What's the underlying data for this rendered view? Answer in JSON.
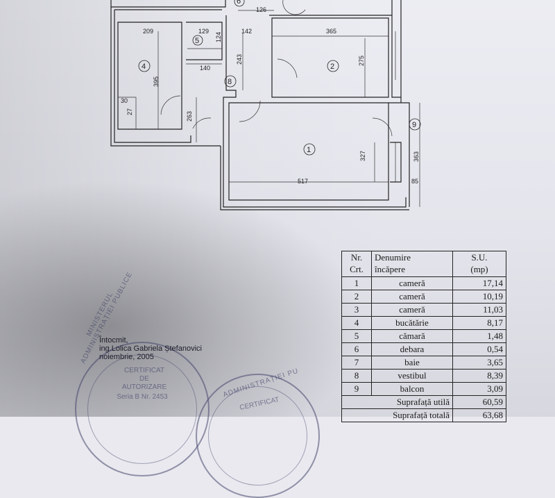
{
  "floor_plan": {
    "dimensions": {
      "d126": "126",
      "d209": "209",
      "d129": "129",
      "d124": "124",
      "d142": "142",
      "d365": "365",
      "d395": "395",
      "d140": "140",
      "d243": "243",
      "d275": "275",
      "d263": "263",
      "d30": "30",
      "d27": "27",
      "d327": "327",
      "d363": "363",
      "d517": "517",
      "d85": "85"
    },
    "rooms": {
      "r1": "1",
      "r2": "2",
      "r4": "4",
      "r5": "5",
      "r6": "6",
      "r8": "8",
      "r9": "9"
    }
  },
  "table": {
    "headers": {
      "nr_line1": "Nr.",
      "nr_line2": "Crt.",
      "name_line1": "Denumire",
      "name_line2": "încăpere",
      "su_line1": "S.U.",
      "su_line2": "(mp)"
    },
    "rows": [
      {
        "nr": "1",
        "name": "cameră",
        "su": "17,14"
      },
      {
        "nr": "2",
        "name": "cameră",
        "su": "10,19"
      },
      {
        "nr": "3",
        "name": "cameră",
        "su": "11,03"
      },
      {
        "nr": "4",
        "name": "bucătărie",
        "su": "8,17"
      },
      {
        "nr": "5",
        "name": "cămară",
        "su": "1,48"
      },
      {
        "nr": "6",
        "name": "debara",
        "su": "0,54"
      },
      {
        "nr": "7",
        "name": "baie",
        "su": "3,65"
      },
      {
        "nr": "8",
        "name": "vestibul",
        "su": "8,39"
      },
      {
        "nr": "9",
        "name": "balcon",
        "su": "3,09"
      }
    ],
    "totals": [
      {
        "label": "Suprafață utilă",
        "value": "60,59"
      },
      {
        "label": "Suprafață totală",
        "value": "63,68"
      }
    ]
  },
  "author": {
    "line1": "Întocmit,",
    "line2": "ing.Lolica Gabriela Ștefanovici",
    "line3": "noiembrie, 2005"
  },
  "stamp_left": {
    "ring": "MINISTERUL ADMINISTRAȚIEI PUBLICE",
    "l1": "CERTIFICAT",
    "l2": "DE",
    "l3": "AUTORIZARE",
    "l4": "Seria B  Nr. 2453"
  },
  "stamp_right": {
    "ring": "ADMINISTRAȚIEI PU",
    "l1": "CERTIFICAT"
  }
}
